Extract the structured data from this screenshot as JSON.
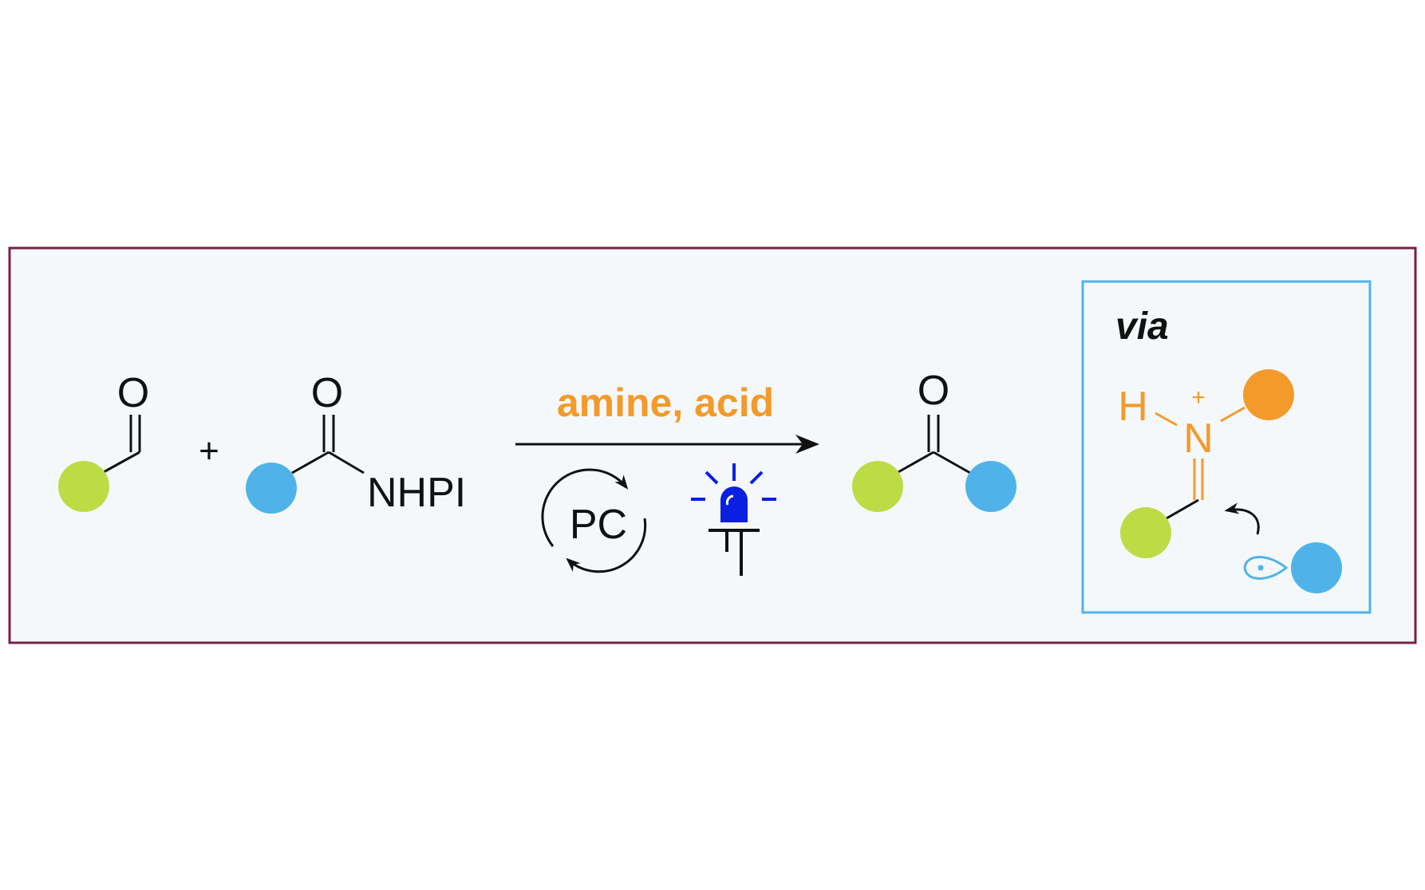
{
  "colors": {
    "frame_border": "#7a1f48",
    "frame_fill": "#f4f8fb",
    "via_border": "#4fb3ea",
    "green_group": "#bcdc46",
    "blue_group": "#4fb3ea",
    "orange_group": "#f39a2a",
    "led_blue": "#0a1fe0"
  },
  "reactant1": {
    "oxygen": "O"
  },
  "plus_sign": "+",
  "reactant2": {
    "oxygen": "O",
    "leaving_group": "NHPI"
  },
  "conditions": {
    "reagents": "amine, acid",
    "photocatalyst": "PC",
    "light_icon": "blue-led-icon"
  },
  "product": {
    "oxygen": "O"
  },
  "intermediate": {
    "label": "via",
    "hydrogen": "H",
    "nitrogen": "N",
    "charge": "+",
    "radical_icon": "radical-orbital-icon"
  }
}
